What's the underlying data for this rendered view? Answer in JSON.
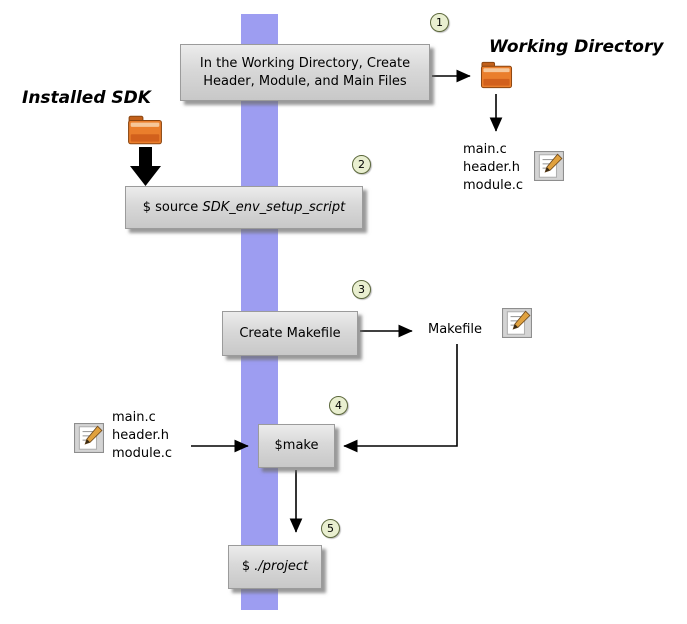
{
  "steps": [
    {
      "num": "1"
    },
    {
      "num": "2"
    },
    {
      "num": "3"
    },
    {
      "num": "4"
    },
    {
      "num": "5"
    }
  ],
  "boxes": {
    "create_files": "In the Working Directory, Create Header, Module, and Main Files",
    "source_prefix": "$ source ",
    "source_script": "SDK_env_setup_script",
    "create_makefile": "Create Makefile",
    "make": "$make",
    "run_prefix": "$ ",
    "run_project": "./project"
  },
  "labels": {
    "working_directory": "Working Directory",
    "installed_sdk": "Installed SDK",
    "makefile": "Makefile"
  },
  "files_top": [
    "main.c",
    "header.h",
    "module.c"
  ],
  "files_left": [
    "main.c",
    "header.h",
    "module.c"
  ],
  "icons": {
    "working_dir_folder": "folder-icon",
    "installed_sdk_folder": "folder-icon",
    "created_files": "text-file-edit-icon",
    "makefile_file": "text-file-edit-icon",
    "input_files": "text-file-edit-icon"
  },
  "colors": {
    "flow_band": "#9d9df1",
    "box_background": "#d8d8d8",
    "box_border": "#9b9b9b",
    "step_badge_fill": "#e9efd0",
    "step_badge_border": "#5c683c",
    "folder_orange": "#ea7e2c",
    "arrow": "#000000"
  }
}
